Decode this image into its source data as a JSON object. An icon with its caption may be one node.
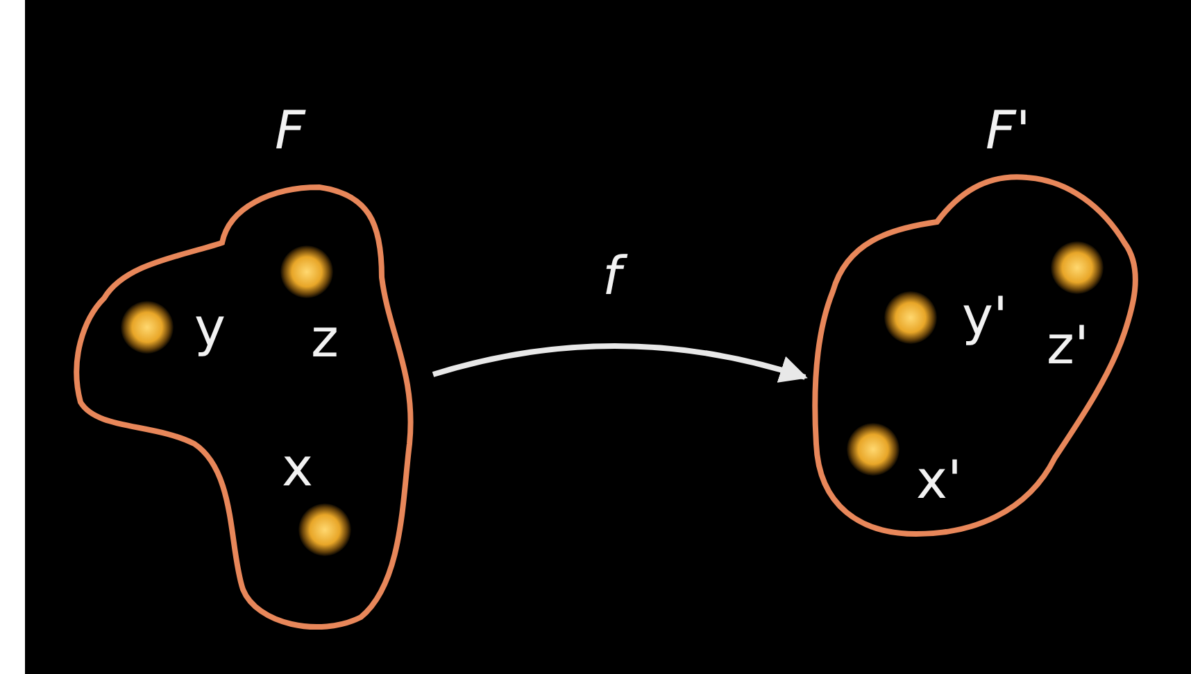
{
  "diagram": {
    "nodes": [
      {
        "text": [
          "F"
        ]
      },
      {
        "text": [
          "y"
        ],
        "in": 0
      },
      {
        "text": [
          "z"
        ],
        "in": 0
      },
      {
        "text": [
          "x"
        ],
        "in": 0
      },
      {
        "text": [
          "F'"
        ]
      },
      {
        "text": [
          "y'"
        ],
        "in": 4
      },
      {
        "text": [
          "z'"
        ],
        "in": 4
      },
      {
        "text": [
          "x'"
        ],
        "in": 4
      }
    ],
    "edges": [
      {
        "from": 0,
        "to": 4,
        "arrow": "to",
        "label": "f"
      }
    ]
  }
}
